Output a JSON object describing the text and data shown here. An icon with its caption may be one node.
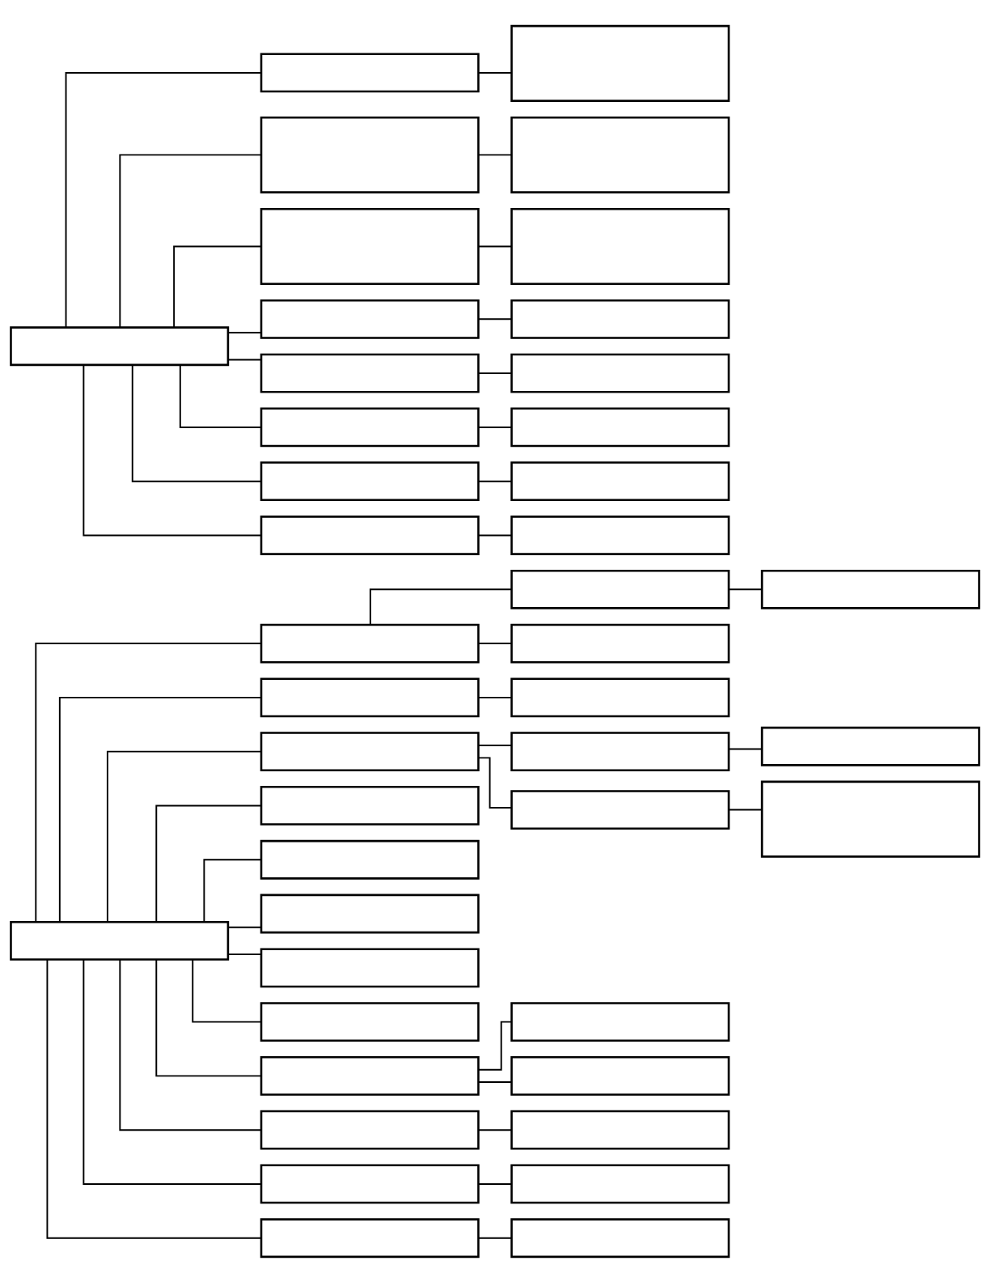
{
  "diagram": {
    "nodes": [
      {
        "text": [],
        "shape": "box"
      },
      {
        "text": [],
        "shape": "box"
      },
      {
        "text": [],
        "shape": "box"
      },
      {
        "text": [],
        "shape": "box"
      },
      {
        "text": [],
        "shape": "box"
      },
      {
        "text": [],
        "shape": "box"
      },
      {
        "text": [],
        "shape": "box"
      },
      {
        "text": [],
        "shape": "box"
      },
      {
        "text": [],
        "shape": "box"
      },
      {
        "text": [],
        "shape": "box"
      },
      {
        "text": [],
        "shape": "box"
      },
      {
        "text": [],
        "shape": "box"
      },
      {
        "text": [],
        "shape": "box"
      },
      {
        "text": [],
        "shape": "box"
      },
      {
        "text": [],
        "shape": "box"
      },
      {
        "text": [],
        "shape": "box"
      },
      {
        "text": [],
        "shape": "box"
      },
      {
        "text": [],
        "shape": "box"
      },
      {
        "text": [],
        "shape": "box"
      },
      {
        "text": [],
        "shape": "box"
      },
      {
        "text": [],
        "shape": "box"
      },
      {
        "text": [],
        "shape": "box"
      },
      {
        "text": [],
        "shape": "box"
      },
      {
        "text": [],
        "shape": "box"
      },
      {
        "text": [],
        "shape": "box"
      },
      {
        "text": [],
        "shape": "box"
      },
      {
        "text": [],
        "shape": "box"
      },
      {
        "text": [],
        "shape": "box"
      },
      {
        "text": [],
        "shape": "box"
      },
      {
        "text": [],
        "shape": "box"
      },
      {
        "text": [],
        "shape": "box"
      },
      {
        "text": [],
        "shape": "box"
      },
      {
        "text": [],
        "shape": "box"
      },
      {
        "text": [],
        "shape": "box"
      },
      {
        "text": [],
        "shape": "box"
      },
      {
        "text": [],
        "shape": "box"
      },
      {
        "text": [],
        "shape": "box"
      },
      {
        "text": [],
        "shape": "box"
      },
      {
        "text": [],
        "shape": "box"
      },
      {
        "text": [],
        "shape": "box"
      },
      {
        "text": [],
        "shape": "box"
      },
      {
        "text": [],
        "shape": "box"
      },
      {
        "text": [],
        "shape": "box"
      }
    ],
    "edges": [
      {
        "from": 0,
        "to": 1,
        "arrow": "none"
      },
      {
        "from": 1,
        "to": 2,
        "arrow": "none"
      },
      {
        "from": 2,
        "to": 3,
        "arrow": "none"
      },
      {
        "from": 1,
        "to": 4,
        "arrow": "none"
      },
      {
        "from": 0,
        "to": 5,
        "arrow": "none"
      },
      {
        "from": 5,
        "to": 6,
        "arrow": "none"
      },
      {
        "from": 0,
        "to": 7,
        "arrow": "none"
      },
      {
        "from": 7,
        "to": 8,
        "arrow": "none"
      },
      {
        "from": 8,
        "to": 9,
        "arrow": "none"
      },
      {
        "from": 7,
        "to": 10,
        "arrow": "none"
      },
      {
        "from": 10,
        "to": 11,
        "arrow": "none"
      },
      {
        "from": 0,
        "to": 12,
        "arrow": "none"
      },
      {
        "from": 0,
        "to": 13,
        "arrow": "none"
      },
      {
        "from": 0,
        "to": 14,
        "arrow": "none"
      },
      {
        "from": 0,
        "to": 15,
        "arrow": "none"
      },
      {
        "from": 0,
        "to": 16,
        "arrow": "none"
      },
      {
        "from": 0,
        "to": 17,
        "arrow": "none"
      },
      {
        "from": 17,
        "to": 18,
        "arrow": "none"
      },
      {
        "from": 17,
        "to": 19,
        "arrow": "none"
      },
      {
        "from": 0,
        "to": 20,
        "arrow": "none"
      },
      {
        "from": 20,
        "to": 21,
        "arrow": "none"
      },
      {
        "from": 0,
        "to": 22,
        "arrow": "none"
      },
      {
        "from": 22,
        "to": 23,
        "arrow": "none"
      },
      {
        "from": 0,
        "to": 24,
        "arrow": "none"
      },
      {
        "from": 24,
        "to": 25,
        "arrow": "none"
      },
      {
        "from": 26,
        "to": 27,
        "arrow": "none"
      },
      {
        "from": 27,
        "to": 28,
        "arrow": "none"
      },
      {
        "from": 26,
        "to": 29,
        "arrow": "none"
      },
      {
        "from": 29,
        "to": 30,
        "arrow": "none"
      },
      {
        "from": 26,
        "to": 31,
        "arrow": "none"
      },
      {
        "from": 31,
        "to": 32,
        "arrow": "none"
      },
      {
        "from": 26,
        "to": 33,
        "arrow": "none"
      },
      {
        "from": 33,
        "to": 34,
        "arrow": "none"
      },
      {
        "from": 26,
        "to": 35,
        "arrow": "none"
      },
      {
        "from": 35,
        "to": 36,
        "arrow": "none"
      },
      {
        "from": 26,
        "to": 37,
        "arrow": "none"
      },
      {
        "from": 37,
        "to": 38,
        "arrow": "none"
      },
      {
        "from": 26,
        "to": 39,
        "arrow": "none"
      },
      {
        "from": 39,
        "to": 40,
        "arrow": "none"
      },
      {
        "from": 26,
        "to": 41,
        "arrow": "none"
      },
      {
        "from": 41,
        "to": 42,
        "arrow": "none"
      }
    ]
  }
}
